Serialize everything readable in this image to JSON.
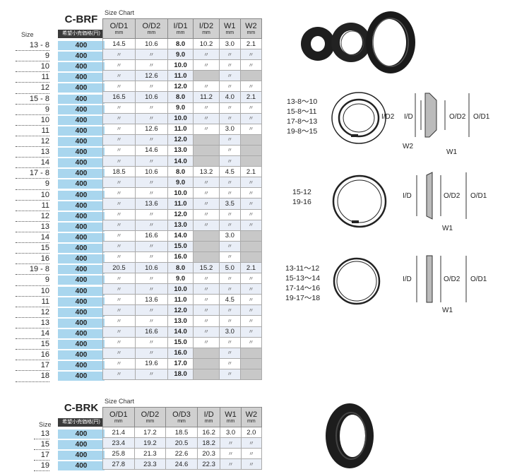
{
  "brf": {
    "model": "C-BRF",
    "size_label": "Size",
    "price_label": "希望小売価格(円)",
    "chart_label": "Size Chart",
    "headers": [
      {
        "name": "O/D1",
        "unit": "mm"
      },
      {
        "name": "O/D2",
        "unit": "mm"
      },
      {
        "name": "I/D1",
        "unit": "mm"
      },
      {
        "name": "I/D2",
        "unit": "mm"
      },
      {
        "name": "W1",
        "unit": "mm"
      },
      {
        "name": "W2",
        "unit": "mm"
      }
    ],
    "rows": [
      {
        "size": "13 - 8",
        "price": "400",
        "cells": [
          "14.5",
          "10.6",
          "8.0",
          "10.2",
          "3.0",
          "2.1"
        ]
      },
      {
        "size": "9",
        "price": "400",
        "cells": [
          "〃",
          "〃",
          "9.0",
          "〃",
          "〃",
          "〃"
        ]
      },
      {
        "size": "10",
        "price": "400",
        "cells": [
          "〃",
          "〃",
          "10.0",
          "〃",
          "〃",
          "〃"
        ]
      },
      {
        "size": "11",
        "price": "400",
        "cells": [
          "〃",
          "12.6",
          "11.0",
          "",
          "〃",
          ""
        ]
      },
      {
        "size": "12",
        "price": "400",
        "cells": [
          "〃",
          "〃",
          "12.0",
          "〃",
          "〃",
          "〃"
        ]
      },
      {
        "size": "15 - 8",
        "price": "400",
        "cells": [
          "16.5",
          "10.6",
          "8.0",
          "11.2",
          "4.0",
          "2.1"
        ]
      },
      {
        "size": "9",
        "price": "400",
        "cells": [
          "〃",
          "〃",
          "9.0",
          "〃",
          "〃",
          "〃"
        ]
      },
      {
        "size": "10",
        "price": "400",
        "cells": [
          "〃",
          "〃",
          "10.0",
          "〃",
          "〃",
          "〃"
        ]
      },
      {
        "size": "11",
        "price": "400",
        "cells": [
          "〃",
          "12.6",
          "11.0",
          "〃",
          "3.0",
          "〃"
        ]
      },
      {
        "size": "12",
        "price": "400",
        "cells": [
          "〃",
          "〃",
          "12.0",
          "",
          "〃",
          ""
        ]
      },
      {
        "size": "13",
        "price": "400",
        "cells": [
          "〃",
          "14.6",
          "13.0",
          "",
          "〃",
          ""
        ]
      },
      {
        "size": "14",
        "price": "400",
        "cells": [
          "〃",
          "〃",
          "14.0",
          "",
          "〃",
          ""
        ]
      },
      {
        "size": "17 - 8",
        "price": "400",
        "cells": [
          "18.5",
          "10.6",
          "8.0",
          "13.2",
          "4.5",
          "2.1"
        ]
      },
      {
        "size": "9",
        "price": "400",
        "cells": [
          "〃",
          "〃",
          "9.0",
          "〃",
          "〃",
          "〃"
        ]
      },
      {
        "size": "10",
        "price": "400",
        "cells": [
          "〃",
          "〃",
          "10.0",
          "〃",
          "〃",
          "〃"
        ]
      },
      {
        "size": "11",
        "price": "400",
        "cells": [
          "〃",
          "13.6",
          "11.0",
          "〃",
          "3.5",
          "〃"
        ]
      },
      {
        "size": "12",
        "price": "400",
        "cells": [
          "〃",
          "〃",
          "12.0",
          "〃",
          "〃",
          "〃"
        ]
      },
      {
        "size": "13",
        "price": "400",
        "cells": [
          "〃",
          "〃",
          "13.0",
          "〃",
          "〃",
          "〃"
        ]
      },
      {
        "size": "14",
        "price": "400",
        "cells": [
          "〃",
          "16.6",
          "14.0",
          "",
          "3.0",
          ""
        ]
      },
      {
        "size": "15",
        "price": "400",
        "cells": [
          "〃",
          "〃",
          "15.0",
          "",
          "〃",
          ""
        ]
      },
      {
        "size": "16",
        "price": "400",
        "cells": [
          "〃",
          "〃",
          "16.0",
          "",
          "〃",
          ""
        ]
      },
      {
        "size": "19 - 8",
        "price": "400",
        "cells": [
          "20.5",
          "10.6",
          "8.0",
          "15.2",
          "5.0",
          "2.1"
        ]
      },
      {
        "size": "9",
        "price": "400",
        "cells": [
          "〃",
          "〃",
          "9.0",
          "〃",
          "〃",
          "〃"
        ]
      },
      {
        "size": "10",
        "price": "400",
        "cells": [
          "〃",
          "〃",
          "10.0",
          "〃",
          "〃",
          "〃"
        ]
      },
      {
        "size": "11",
        "price": "400",
        "cells": [
          "〃",
          "13.6",
          "11.0",
          "〃",
          "4.5",
          "〃"
        ]
      },
      {
        "size": "12",
        "price": "400",
        "cells": [
          "〃",
          "〃",
          "12.0",
          "〃",
          "〃",
          "〃"
        ]
      },
      {
        "size": "13",
        "price": "400",
        "cells": [
          "〃",
          "〃",
          "13.0",
          "〃",
          "〃",
          "〃"
        ]
      },
      {
        "size": "14",
        "price": "400",
        "cells": [
          "〃",
          "16.6",
          "14.0",
          "〃",
          "3.0",
          "〃"
        ]
      },
      {
        "size": "15",
        "price": "400",
        "cells": [
          "〃",
          "〃",
          "15.0",
          "〃",
          "〃",
          "〃"
        ]
      },
      {
        "size": "16",
        "price": "400",
        "cells": [
          "〃",
          "〃",
          "16.0",
          "",
          "〃",
          ""
        ]
      },
      {
        "size": "17",
        "price": "400",
        "cells": [
          "〃",
          "19.6",
          "17.0",
          "",
          "〃",
          ""
        ]
      },
      {
        "size": "18",
        "price": "400",
        "cells": [
          "〃",
          "〃",
          "18.0",
          "",
          "〃",
          ""
        ]
      }
    ]
  },
  "brk": {
    "model": "C-BRK",
    "size_label": "Size",
    "price_label": "希望小売価格(円)",
    "chart_label": "Size Chart",
    "headers": [
      {
        "name": "O/D1",
        "unit": "mm"
      },
      {
        "name": "O/D2",
        "unit": "mm"
      },
      {
        "name": "O/D3",
        "unit": "mm"
      },
      {
        "name": "I/D",
        "unit": "mm"
      },
      {
        "name": "W1",
        "unit": "mm"
      },
      {
        "name": "W2",
        "unit": "mm"
      }
    ],
    "rows": [
      {
        "size": "13",
        "price": "400",
        "cells": [
          "21.4",
          "17.2",
          "18.5",
          "16.2",
          "3.0",
          "2.0"
        ]
      },
      {
        "size": "15",
        "price": "400",
        "cells": [
          "23.4",
          "19.2",
          "20.5",
          "18.2",
          "〃",
          "〃"
        ]
      },
      {
        "size": "17",
        "price": "400",
        "cells": [
          "25.8",
          "21.3",
          "22.6",
          "20.3",
          "〃",
          "〃"
        ]
      },
      {
        "size": "19",
        "price": "400",
        "cells": [
          "27.8",
          "23.3",
          "24.6",
          "22.3",
          "〃",
          "〃"
        ]
      }
    ]
  },
  "diagrams": {
    "group1": [
      "13-8～10",
      "15-8～11",
      "17-8～13",
      "19-8～15"
    ],
    "group2": [
      "15-12",
      "19-16"
    ],
    "group3": [
      "13-11～12",
      "15-13～14",
      "17-14～16",
      "19-17～18"
    ],
    "dim_labels": {
      "id2": "I/D2",
      "id": "I/D",
      "od2": "O/D2",
      "od1": "O/D1",
      "w1": "W1",
      "w2": "W2"
    }
  }
}
